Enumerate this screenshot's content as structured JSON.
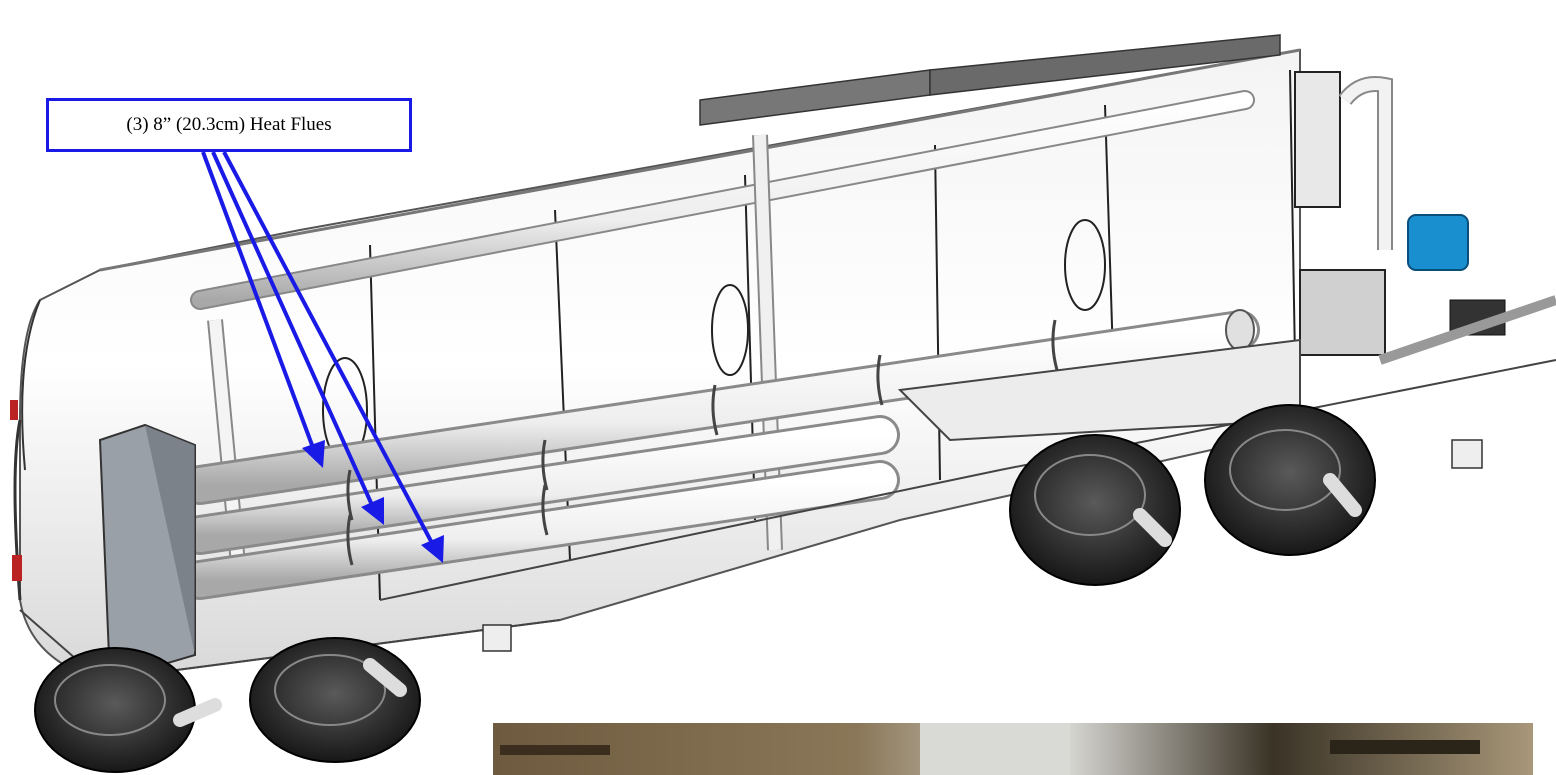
{
  "callout": {
    "label": "(3) 8” (20.3cm) Heat Flues",
    "color": "#1a1ae6"
  },
  "drawing": {
    "subject": "tanker-trailer-cutaway",
    "photo_inset": "workshop-photo"
  }
}
